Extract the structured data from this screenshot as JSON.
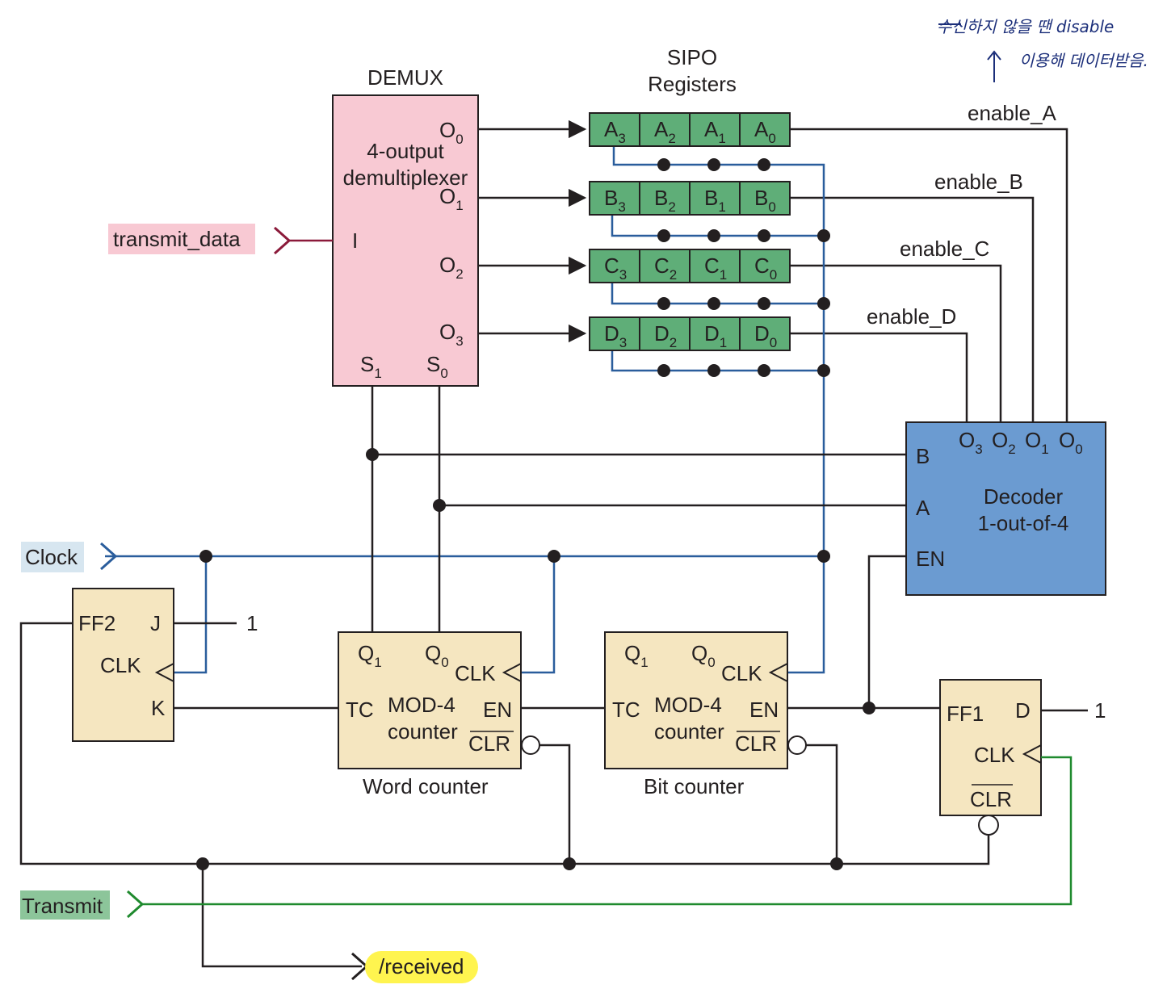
{
  "annotation": {
    "line1": "수신하지 않을 땐 disable",
    "line2": "이용해 데이터받음."
  },
  "demux": {
    "title": "DEMUX",
    "desc_line1": "4-output",
    "desc_line2": "demultiplexer",
    "input_label": "I",
    "outputs": [
      {
        "base": "O",
        "sub": "0"
      },
      {
        "base": "O",
        "sub": "1"
      },
      {
        "base": "O",
        "sub": "2"
      },
      {
        "base": "O",
        "sub": "3"
      }
    ],
    "selects": [
      {
        "base": "S",
        "sub": "1"
      },
      {
        "base": "S",
        "sub": "0"
      }
    ]
  },
  "sipo": {
    "title_line1": "SIPO",
    "title_line2": "Registers",
    "registers": [
      {
        "enable": "enable_A",
        "cells": [
          {
            "base": "A",
            "sub": "3"
          },
          {
            "base": "A",
            "sub": "2"
          },
          {
            "base": "A",
            "sub": "1"
          },
          {
            "base": "A",
            "sub": "0"
          }
        ]
      },
      {
        "enable": "enable_B",
        "cells": [
          {
            "base": "B",
            "sub": "3"
          },
          {
            "base": "B",
            "sub": "2"
          },
          {
            "base": "B",
            "sub": "1"
          },
          {
            "base": "B",
            "sub": "0"
          }
        ]
      },
      {
        "enable": "enable_C",
        "cells": [
          {
            "base": "C",
            "sub": "3"
          },
          {
            "base": "C",
            "sub": "2"
          },
          {
            "base": "C",
            "sub": "1"
          },
          {
            "base": "C",
            "sub": "0"
          }
        ]
      },
      {
        "enable": "enable_D",
        "cells": [
          {
            "base": "D",
            "sub": "3"
          },
          {
            "base": "D",
            "sub": "2"
          },
          {
            "base": "D",
            "sub": "1"
          },
          {
            "base": "D",
            "sub": "0"
          }
        ]
      }
    ]
  },
  "decoder": {
    "line1": "Decoder",
    "line2": "1-out-of-4",
    "inputs": [
      "B",
      "A",
      "EN"
    ],
    "outputs": [
      {
        "base": "O",
        "sub": "3"
      },
      {
        "base": "O",
        "sub": "2"
      },
      {
        "base": "O",
        "sub": "1"
      },
      {
        "base": "O",
        "sub": "0"
      }
    ]
  },
  "signals": {
    "transmit_data": "transmit_data",
    "clock": "Clock",
    "transmit": "Transmit",
    "received": "/received"
  },
  "ff2": {
    "name": "FF2",
    "j": "J",
    "clk": "CLK",
    "k": "K",
    "j_tie": "1"
  },
  "ff1": {
    "name": "FF1",
    "d": "D",
    "clk": "CLK",
    "clr": "CLR",
    "d_tie": "1"
  },
  "word_counter": {
    "caption": "Word counter",
    "q1": {
      "base": "Q",
      "sub": "1"
    },
    "q0": {
      "base": "Q",
      "sub": "0"
    },
    "clk": "CLK",
    "tc": "TC",
    "line1": "MOD-4",
    "line2": "counter",
    "en": "EN",
    "clr": "CLR"
  },
  "bit_counter": {
    "caption": "Bit counter",
    "q1": {
      "base": "Q",
      "sub": "1"
    },
    "q0": {
      "base": "Q",
      "sub": "0"
    },
    "clk": "CLK",
    "tc": "TC",
    "line1": "MOD-4",
    "line2": "counter",
    "en": "EN",
    "clr": "CLR"
  },
  "colors": {
    "demux_fill": "#f8c9d3",
    "sipo_fill": "#5fae78",
    "decoder_fill": "#6b9bd1",
    "counter_fill": "#f5e6c0",
    "clock_wire": "#2a5d9c",
    "data_wire": "#8b1a3a",
    "transmit_wire": "#1f8a2e",
    "transmit_tag": "#8cc59a",
    "clock_tag": "#d7e6f0",
    "data_tag": "#f8c9d3",
    "received_tag": "#fff44f"
  }
}
